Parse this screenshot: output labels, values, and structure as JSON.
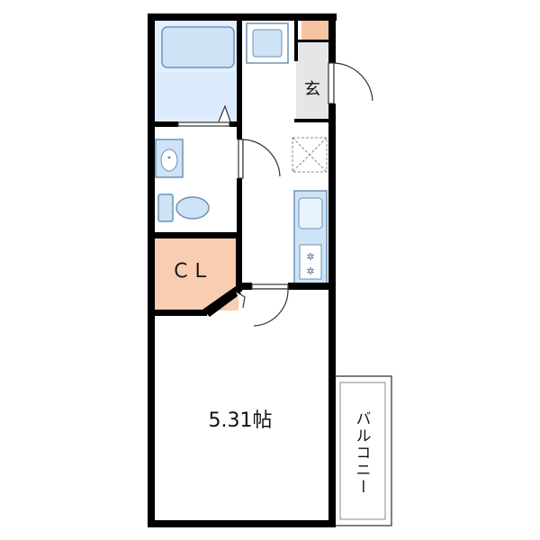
{
  "rooms": {
    "closet_label": "ＣＬ",
    "genkan_label": "玄",
    "main_room_label": "5.31帖",
    "balcony_label": "バルコニー"
  },
  "colors": {
    "wall": "#000000",
    "fixture_fill": "#cfe3f6",
    "fixture_stroke": "#6b93b8",
    "closet": "#f9cdb0",
    "genkan": "#e6e6e6",
    "small_box": "#f7c4a3"
  }
}
